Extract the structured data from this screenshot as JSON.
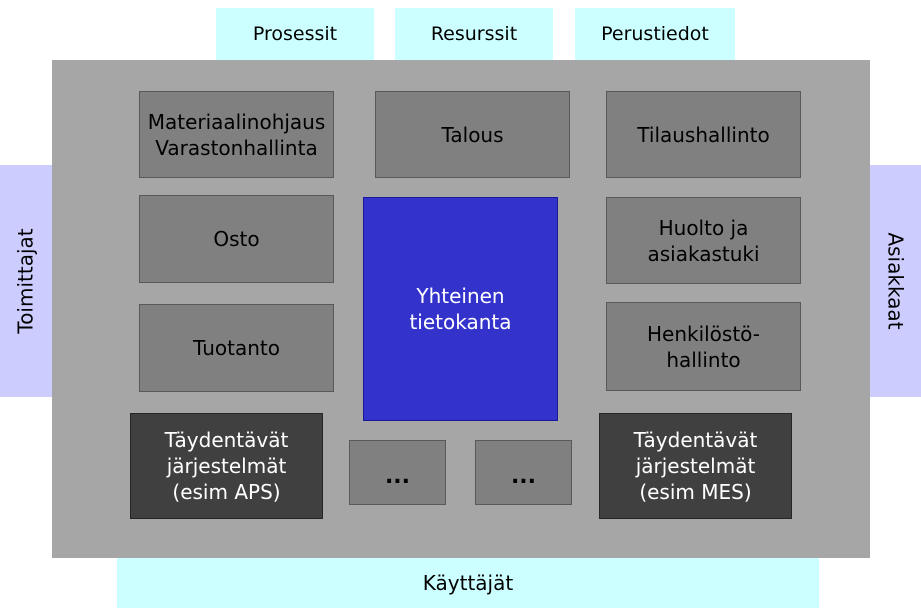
{
  "top_tabs": [
    "Prosessit",
    "Resurssit",
    "Perustiedot"
  ],
  "left_label": "Toimittajat",
  "right_label": "Asiakkaat",
  "bottom_label": "Käyttäjät",
  "modules": {
    "materiaalinohjaus": "Materiaalinohjaus\nVarastonhallinta",
    "talous": "Talous",
    "tilaushallinto": "Tilaushallinto",
    "osto": "Osto",
    "huolto": "Huolto ja\nasiakastuki",
    "tuotanto": "Tuotanto",
    "henkilosto": "Henkilöstö-\nhallinto"
  },
  "database": "Yhteinen\ntietokanta",
  "supplementary": {
    "aps": "Täydentävät\njärjestelmät\n(esim APS)",
    "mes": "Täydentävät\njärjestelmät\n(esim MES)"
  },
  "ellipsis": [
    "...",
    "..."
  ],
  "colors": {
    "tab": "#ccffff",
    "side": "#ccccff",
    "frame": "#a6a6a6",
    "module": "#808080",
    "supplementary": "#404040",
    "database": "#3333cc"
  }
}
